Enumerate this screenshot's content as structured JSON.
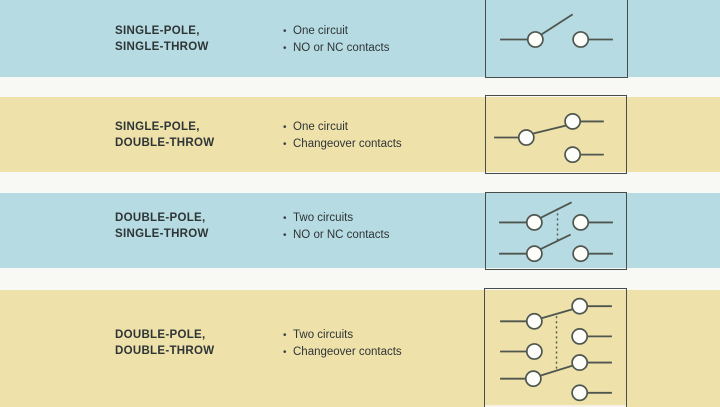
{
  "rows": [
    {
      "title_line1": "SINGLE-POLE,",
      "title_line2": "SINGLE-THROW",
      "bullets": [
        "One circuit",
        "NO or NC contacts"
      ],
      "diagram": "spst-switch-schematic"
    },
    {
      "title_line1": "SINGLE-POLE,",
      "title_line2": "DOUBLE-THROW",
      "bullets": [
        "One circuit",
        "Changeover contacts"
      ],
      "diagram": "spdt-switch-schematic"
    },
    {
      "title_line1": "DOUBLE-POLE,",
      "title_line2": "SINGLE-THROW",
      "bullets": [
        "Two circuits",
        "NO or NC contacts"
      ],
      "diagram": "dpst-switch-schematic"
    },
    {
      "title_line1": "DOUBLE-POLE,",
      "title_line2": "DOUBLE-THROW",
      "bullets": [
        "Two circuits",
        "Changeover contacts"
      ],
      "diagram": "dpdt-switch-schematic"
    }
  ],
  "ui": {
    "bullet_char": "•"
  },
  "colors": {
    "band_blue": "#b7dbe2",
    "band_yellow": "#eee1aa",
    "separator_white": "#f8f8f4",
    "diagram_stroke": "#4e564f",
    "box_border": "#474d4b",
    "text": "#2e3536"
  }
}
